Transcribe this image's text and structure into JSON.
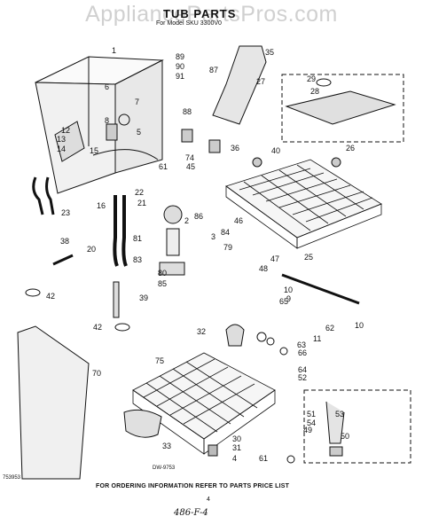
{
  "watermark": "AppliancePartsPros.com",
  "title": "TUB PARTS",
  "subtitle": "For Model SKU 3300V0",
  "sheet_code": "753953",
  "figure_code": "DW-9753",
  "footer": "FOR ORDERING INFORMATION REFER TO PARTS PRICE LIST",
  "page_number": "4",
  "handwritten_note": "486-F-4",
  "part_labels": [
    "1",
    "2",
    "3",
    "4",
    "5",
    "6",
    "7",
    "8",
    "9",
    "10",
    "10",
    "11",
    "12",
    "13",
    "14",
    "15",
    "16",
    "20",
    "21",
    "22",
    "23",
    "25",
    "26",
    "27",
    "28",
    "29",
    "30",
    "31",
    "32",
    "33",
    "35",
    "36",
    "38",
    "39",
    "40",
    "42",
    "42",
    "45",
    "46",
    "47",
    "48",
    "49",
    "50",
    "51",
    "52",
    "53",
    "54",
    "61",
    "61",
    "62",
    "63",
    "64",
    "65",
    "66",
    "70",
    "74",
    "75",
    "79",
    "80",
    "81",
    "83",
    "84",
    "85",
    "86",
    "87",
    "88",
    "89",
    "90",
    "91"
  ]
}
